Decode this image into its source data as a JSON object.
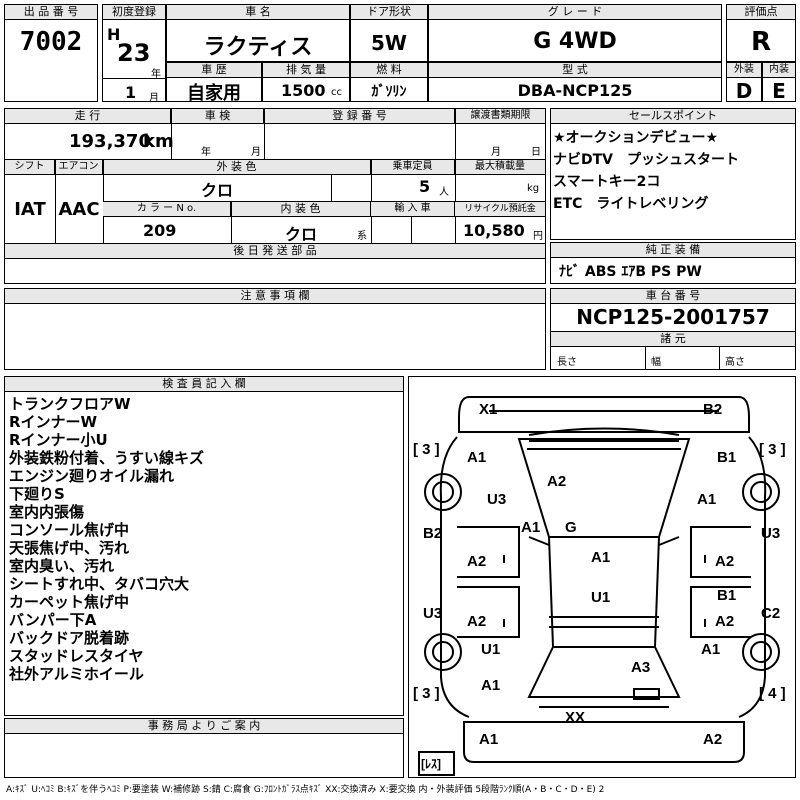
{
  "header": {
    "lot_label": "出 品 番 号",
    "lot_number": "7002",
    "first_reg_label": "初度登録",
    "era": "H",
    "year": "23",
    "year_unit": "年",
    "month": "1",
    "month_unit": "月",
    "car_name_label": "車 名",
    "car_name": "ラクティス",
    "door_label": "ドア形状",
    "door": "5W",
    "grade_label": "グ レ ー ド",
    "grade": "G 4WD",
    "score_label": "評価点",
    "score": "R",
    "history_label": "車 歴",
    "history": "自家用",
    "displacement_label": "排 気 量",
    "displacement": "1500",
    "displacement_unit": "cc",
    "fuel_label": "燃 料",
    "fuel": "ｶﾞｿﾘﾝ",
    "model_label": "型 式",
    "model": "DBA-NCP125",
    "exterior_label": "外装",
    "exterior": "D",
    "interior_label": "内装",
    "interior": "E"
  },
  "row2": {
    "mileage_label": "走 行",
    "mileage": "193,370",
    "mileage_unit": "km",
    "inspection_label": "車 検",
    "inspection_year": "年",
    "inspection_month": "月",
    "reg_label": "登 録 番 号",
    "transfer_label": "譲渡書類期限",
    "transfer_month": "月",
    "transfer_day": "日",
    "shift_label": "シフト",
    "shift": "IAT",
    "ac_label": "エアコン",
    "ac": "AAC",
    "color_label": "外 装 色",
    "color": "クロ",
    "capacity_label": "乗車定員",
    "capacity": "5",
    "capacity_unit": "人",
    "load_label": "最大積載量",
    "load_unit": "kg",
    "colorno_label": "カ ラ ー N o.",
    "colorno": "209",
    "intcolor_label": "内 装 色",
    "intcolor": "クロ",
    "intcolor_unit": "系",
    "import_label": "輸 入 車",
    "recycle_label": "リサイクル預託金",
    "recycle": "10,580",
    "recycle_unit": "円"
  },
  "later_label": "後 日 発 送 部 品",
  "caution_label": "注 意 事 項 欄",
  "sales": {
    "label": "セールスポイント",
    "lines": [
      "★オークションデビュー★",
      "ナビDTV　プッシュスタート",
      "スマートキー2コ",
      "ETC　ライトレベリング"
    ]
  },
  "equipment": {
    "label": "純 正 装 備",
    "value": "ﾅﾋﾞ ABS ｴｱB PS PW"
  },
  "chassis": {
    "label": "車 台 番 号",
    "value": "NCP125-2001757",
    "dims_label": "諸 元",
    "length": "長さ",
    "width": "幅",
    "height": "高さ"
  },
  "inspector": {
    "label": "検 査 員 記 入 欄",
    "lines": [
      "トランクフロアW",
      "RインナーW",
      "Rインナー小U",
      "外装鉄粉付着、うすい線キズ",
      "エンジン廻りオイル漏れ",
      "下廻りS",
      "室内内張傷",
      "コンソール焦げ中",
      "天張焦げ中、汚れ",
      "室内臭い、汚れ",
      "シートすれ中、タバコ穴大",
      "カーペット焦げ中",
      "バンパー下A",
      "バックドア脱着跡",
      "スタッドレスタイヤ",
      "社外アルミホイール"
    ]
  },
  "office_label": "事 務 局 よ り ご 案 内",
  "legend": "A:ｷｽﾞ U:ﾍｺﾐ B:ｷｽﾞを伴うﾍｺﾐ P:要塗装 W:補修跡 S:錆 C:腐食 G:ﾌﾛﾝﾄｶﾞﾗｽ点ｷｽﾞ XX:交換済み X:要交換 内・外装評価 5段階ﾗﾝｸ順(A・B・C・D・E) 2",
  "damage": {
    "x1": "X1",
    "b2_top": "B2",
    "tire_fl": "[ 3 ]",
    "tire_fr": "[ 3 ]",
    "tire_rl": "[ 3 ]",
    "tire_rr": "[ 4 ]",
    "a1_lf": "A1",
    "b1_rf": "B1",
    "u3_l": "U3",
    "a2_hood": "A2",
    "a1_r": "A1",
    "a1_c": "A1",
    "g": "G",
    "b2_l": "B2",
    "u3_r": "U3",
    "a2_l1": "A2",
    "a1_roof": "A1",
    "a2_r1": "A2",
    "u1_roof": "U1",
    "b1_r2": "B1",
    "u3_l2": "U3",
    "a2_l2": "A2",
    "a2_r2": "A2",
    "c2_r": "C2",
    "u1_l": "U1",
    "a1_r3": "A1",
    "a3": "A3",
    "a1_l3": "A1",
    "xx": "XX",
    "a1_bl": "A1",
    "a2_br": "A2",
    "spare": "[ﾚｽ]"
  }
}
